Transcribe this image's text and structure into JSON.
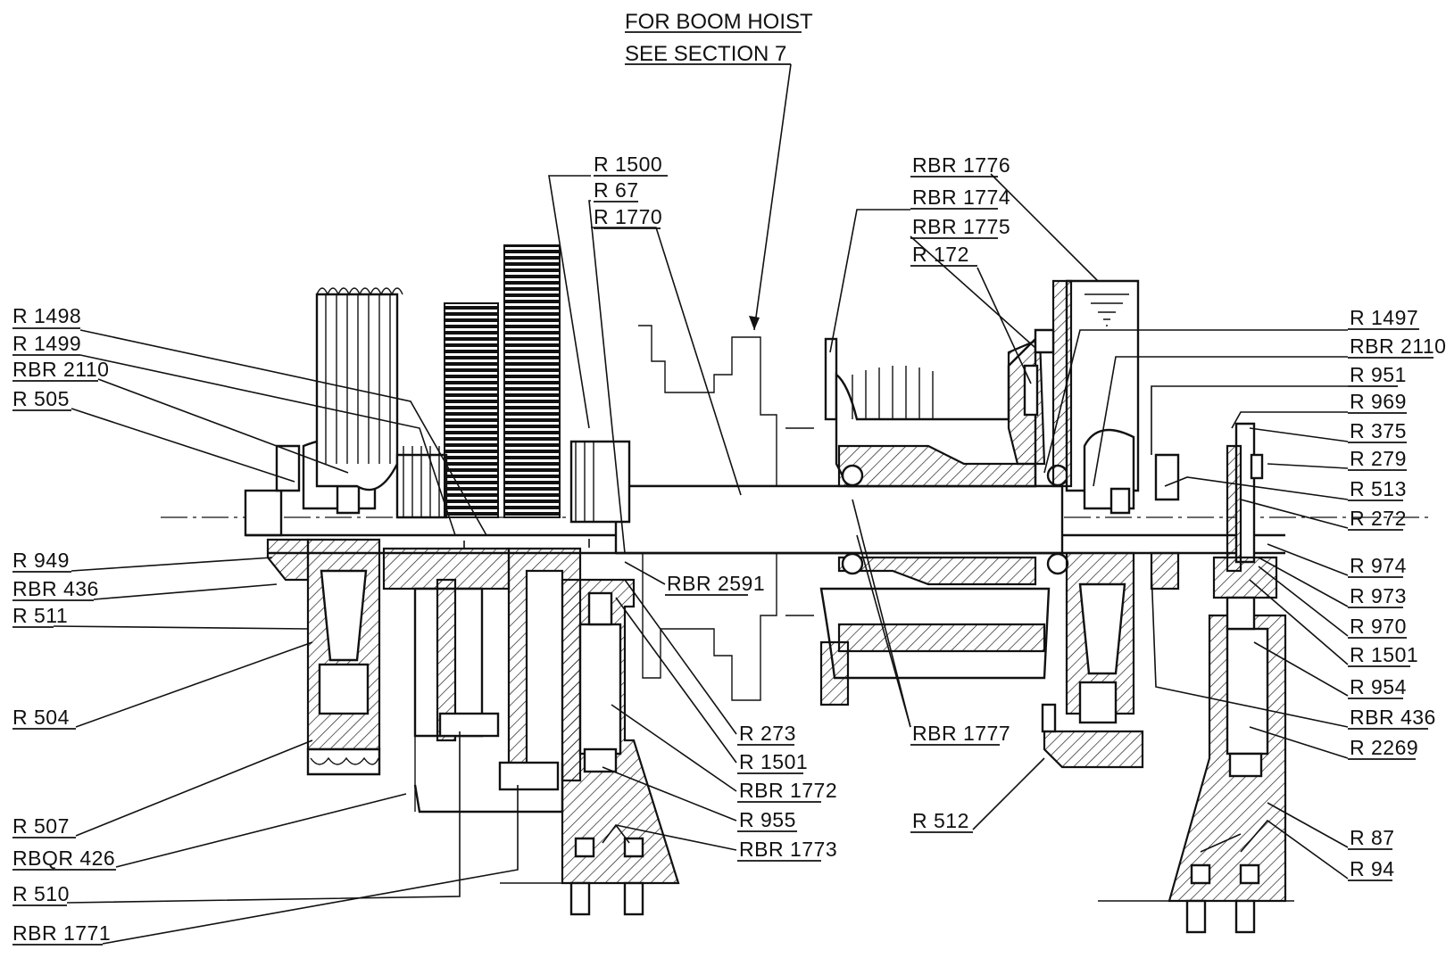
{
  "header": {
    "line1": "FOR BOOM HOIST",
    "line2": "SEE SECTION 7"
  },
  "left_labels": [
    {
      "id": "r1498",
      "text": "R 1498"
    },
    {
      "id": "r1499",
      "text": "R 1499"
    },
    {
      "id": "rbr2110a",
      "text": "RBR 2110"
    },
    {
      "id": "r505",
      "text": "R 505"
    },
    {
      "id": "r949",
      "text": "R 949"
    },
    {
      "id": "rbr436a",
      "text": "RBR 436"
    },
    {
      "id": "r511",
      "text": "R 511"
    },
    {
      "id": "r504",
      "text": "R 504"
    },
    {
      "id": "r507",
      "text": "R 507"
    },
    {
      "id": "rbqr426",
      "text": "RBQR 426"
    },
    {
      "id": "r510",
      "text": "R 510"
    },
    {
      "id": "rbr1771",
      "text": "RBR 1771"
    }
  ],
  "center_labels": [
    {
      "id": "r1500",
      "text": "R 1500"
    },
    {
      "id": "r67",
      "text": "R 67"
    },
    {
      "id": "r1770",
      "text": "R 1770"
    },
    {
      "id": "rbr2591",
      "text": "RBR 2591"
    },
    {
      "id": "r273",
      "text": "R 273"
    },
    {
      "id": "r1501a",
      "text": "R 1501"
    },
    {
      "id": "rbr1772",
      "text": "RBR 1772"
    },
    {
      "id": "r955",
      "text": "R 955"
    },
    {
      "id": "rbr1773",
      "text": "RBR 1773"
    },
    {
      "id": "rbr1777",
      "text": "RBR 1777"
    },
    {
      "id": "r512",
      "text": "R 512"
    }
  ],
  "upper_right_labels": [
    {
      "id": "rbr1776",
      "text": "RBR 1776"
    },
    {
      "id": "rbr1774",
      "text": "RBR 1774"
    },
    {
      "id": "rbr1775",
      "text": "RBR 1775"
    },
    {
      "id": "r172",
      "text": "R 172"
    }
  ],
  "right_labels": [
    {
      "id": "r1497",
      "text": "R 1497"
    },
    {
      "id": "rbr2110b",
      "text": "RBR 2110"
    },
    {
      "id": "r951",
      "text": "R 951"
    },
    {
      "id": "r969",
      "text": "R 969"
    },
    {
      "id": "r375",
      "text": "R 375"
    },
    {
      "id": "r279",
      "text": "R 279"
    },
    {
      "id": "r513",
      "text": "R 513"
    },
    {
      "id": "r272",
      "text": "R 272"
    },
    {
      "id": "r974",
      "text": "R 974"
    },
    {
      "id": "r973",
      "text": "R 973"
    },
    {
      "id": "r970",
      "text": "R 970"
    },
    {
      "id": "r1501b",
      "text": "R 1501"
    },
    {
      "id": "r954",
      "text": "R 954"
    },
    {
      "id": "rbr436b",
      "text": "RBR 436"
    },
    {
      "id": "r2269",
      "text": "R 2269"
    },
    {
      "id": "r87",
      "text": "R 87"
    },
    {
      "id": "r94",
      "text": "R 94"
    }
  ]
}
